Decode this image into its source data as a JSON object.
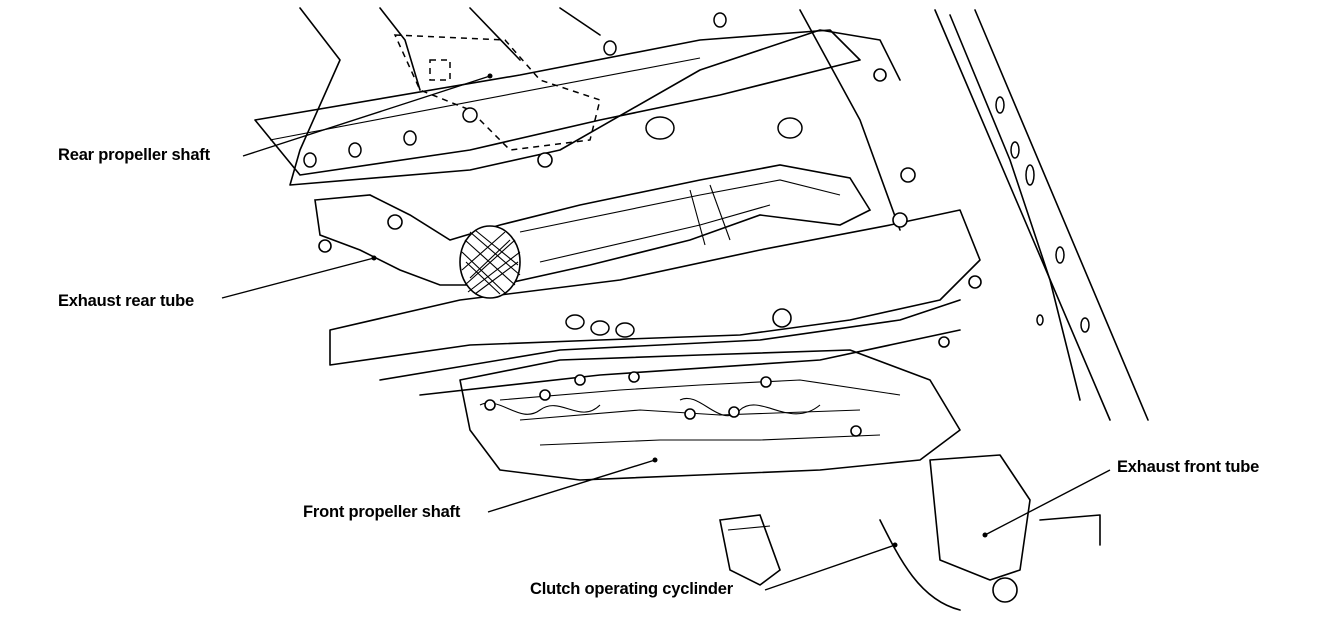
{
  "labels": {
    "rear_propeller_shaft": "Rear propeller shaft",
    "exhaust_rear_tube": "Exhaust rear tube",
    "front_propeller_shaft": "Front propeller shaft",
    "clutch_operating_cylinder": "Clutch operating cyclinder",
    "exhaust_front_tube": "Exhaust front tube"
  },
  "colors": {
    "line": "#000000",
    "background": "#ffffff"
  }
}
